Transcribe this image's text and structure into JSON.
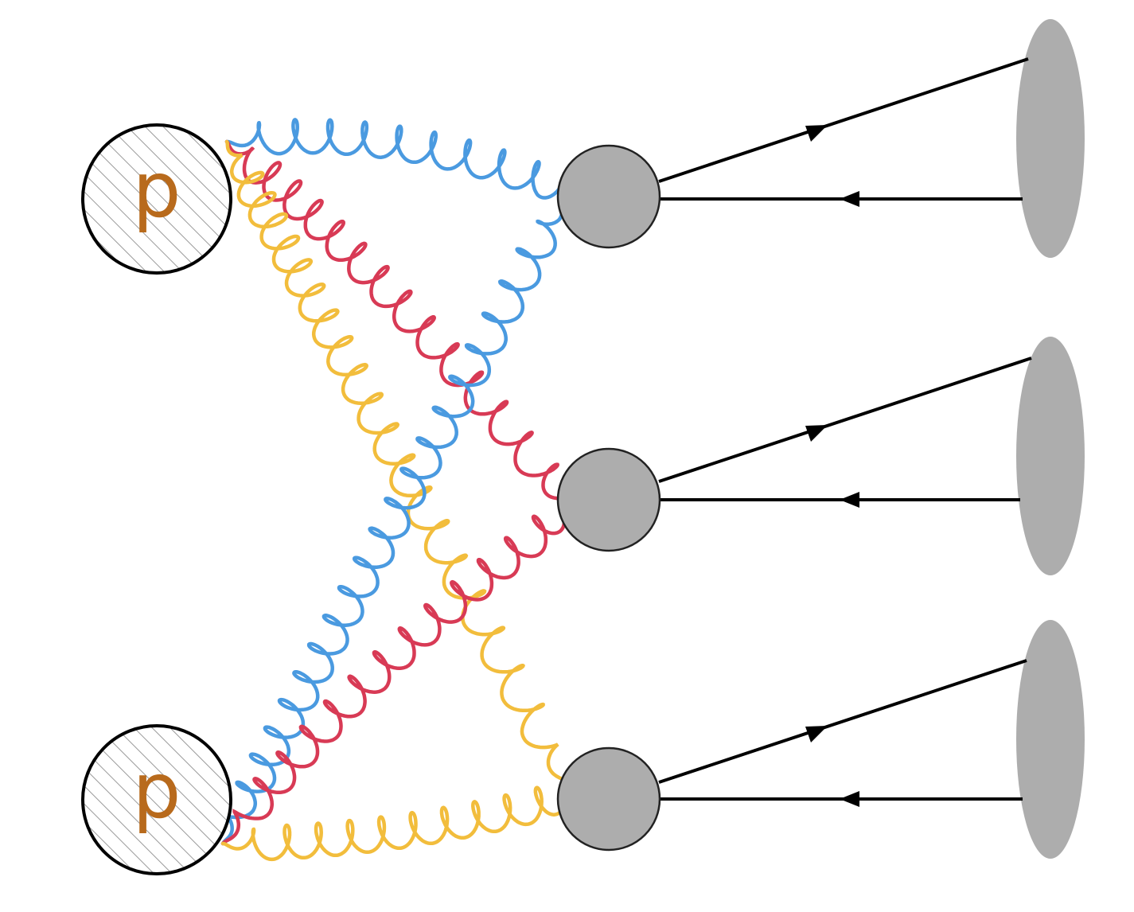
{
  "diagram": {
    "protons": [
      {
        "id": "proton-top",
        "label": "p"
      },
      {
        "id": "proton-bottom",
        "label": "p"
      }
    ],
    "colors": {
      "blue": "#4a9ae0",
      "red": "#d83a55",
      "yellow": "#f2bd3c",
      "blob": "#adadad",
      "line": "#000000",
      "label_orange": "#b86a1c",
      "label_green": "#5a9a2a",
      "hatch": "#9a9a9a"
    },
    "gluons": [
      {
        "name": "gluon-blue-top-to-v1",
        "color": "blue",
        "from": "proton-top",
        "to": "vertex-1"
      },
      {
        "name": "gluon-red-top-to-v2",
        "color": "red",
        "from": "proton-top",
        "to": "vertex-2"
      },
      {
        "name": "gluon-yellow-top-to-v3",
        "color": "yellow",
        "from": "proton-top",
        "to": "vertex-3"
      },
      {
        "name": "gluon-blue-bottom-to-v1",
        "color": "blue",
        "from": "proton-bottom",
        "to": "vertex-1"
      },
      {
        "name": "gluon-red-bottom-to-v2",
        "color": "red",
        "from": "proton-bottom",
        "to": "vertex-2"
      },
      {
        "name": "gluon-yellow-bottom-to-v3",
        "color": "yellow",
        "from": "proton-bottom",
        "to": "vertex-3"
      }
    ],
    "vertices": [
      "vertex-1",
      "vertex-2",
      "vertex-3"
    ],
    "jets": [
      "jet-1",
      "jet-2",
      "jet-3"
    ]
  }
}
